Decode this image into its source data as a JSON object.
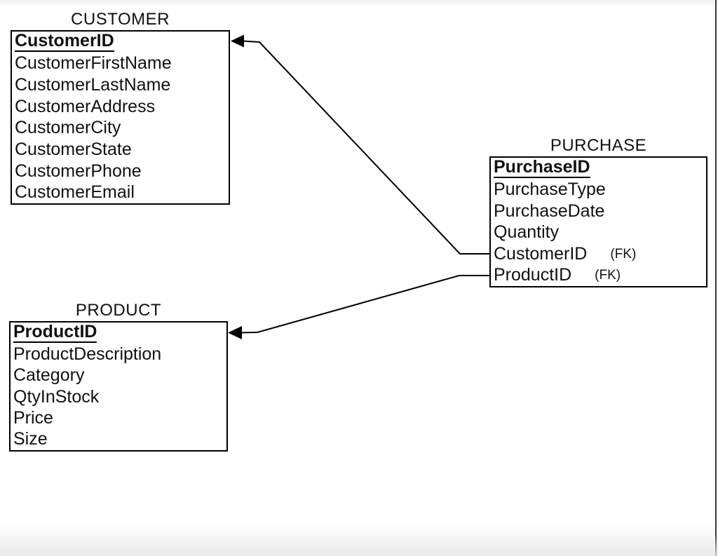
{
  "diagram": {
    "type": "entity-relationship",
    "fk_label": "(FK)",
    "colors": {
      "background": "#ffffff",
      "line": "#000000",
      "text": "#111111",
      "screen_edge": "#3a3a3a"
    },
    "entities": [
      {
        "id": "customer",
        "title": "CUSTOMER",
        "attributes": [
          {
            "name": "CustomerID",
            "pk": true
          },
          {
            "name": "CustomerFirstName"
          },
          {
            "name": "CustomerLastName"
          },
          {
            "name": "CustomerAddress"
          },
          {
            "name": "CustomerCity"
          },
          {
            "name": "CustomerState"
          },
          {
            "name": "CustomerPhone"
          },
          {
            "name": "CustomerEmail"
          }
        ]
      },
      {
        "id": "purchase",
        "title": "PURCHASE",
        "attributes": [
          {
            "name": "PurchaseID",
            "pk": true
          },
          {
            "name": "PurchaseType"
          },
          {
            "name": "PurchaseDate"
          },
          {
            "name": "Quantity"
          },
          {
            "name": "CustomerID",
            "fk": true
          },
          {
            "name": "ProductID",
            "fk": true
          }
        ]
      },
      {
        "id": "product",
        "title": "PRODUCT",
        "attributes": [
          {
            "name": "ProductID",
            "pk": true
          },
          {
            "name": "ProductDescription"
          },
          {
            "name": "Category"
          },
          {
            "name": "QtyInStock"
          },
          {
            "name": "Price"
          },
          {
            "name": "Size"
          }
        ]
      }
    ],
    "relationships": [
      {
        "from_entity": "PURCHASE",
        "from_attribute": "CustomerID",
        "to_entity": "CUSTOMER",
        "to_attribute": "CustomerID",
        "arrow_points_to": "CUSTOMER"
      },
      {
        "from_entity": "PURCHASE",
        "from_attribute": "ProductID",
        "to_entity": "PRODUCT",
        "to_attribute": "ProductID",
        "arrow_points_to": "PRODUCT"
      }
    ]
  }
}
